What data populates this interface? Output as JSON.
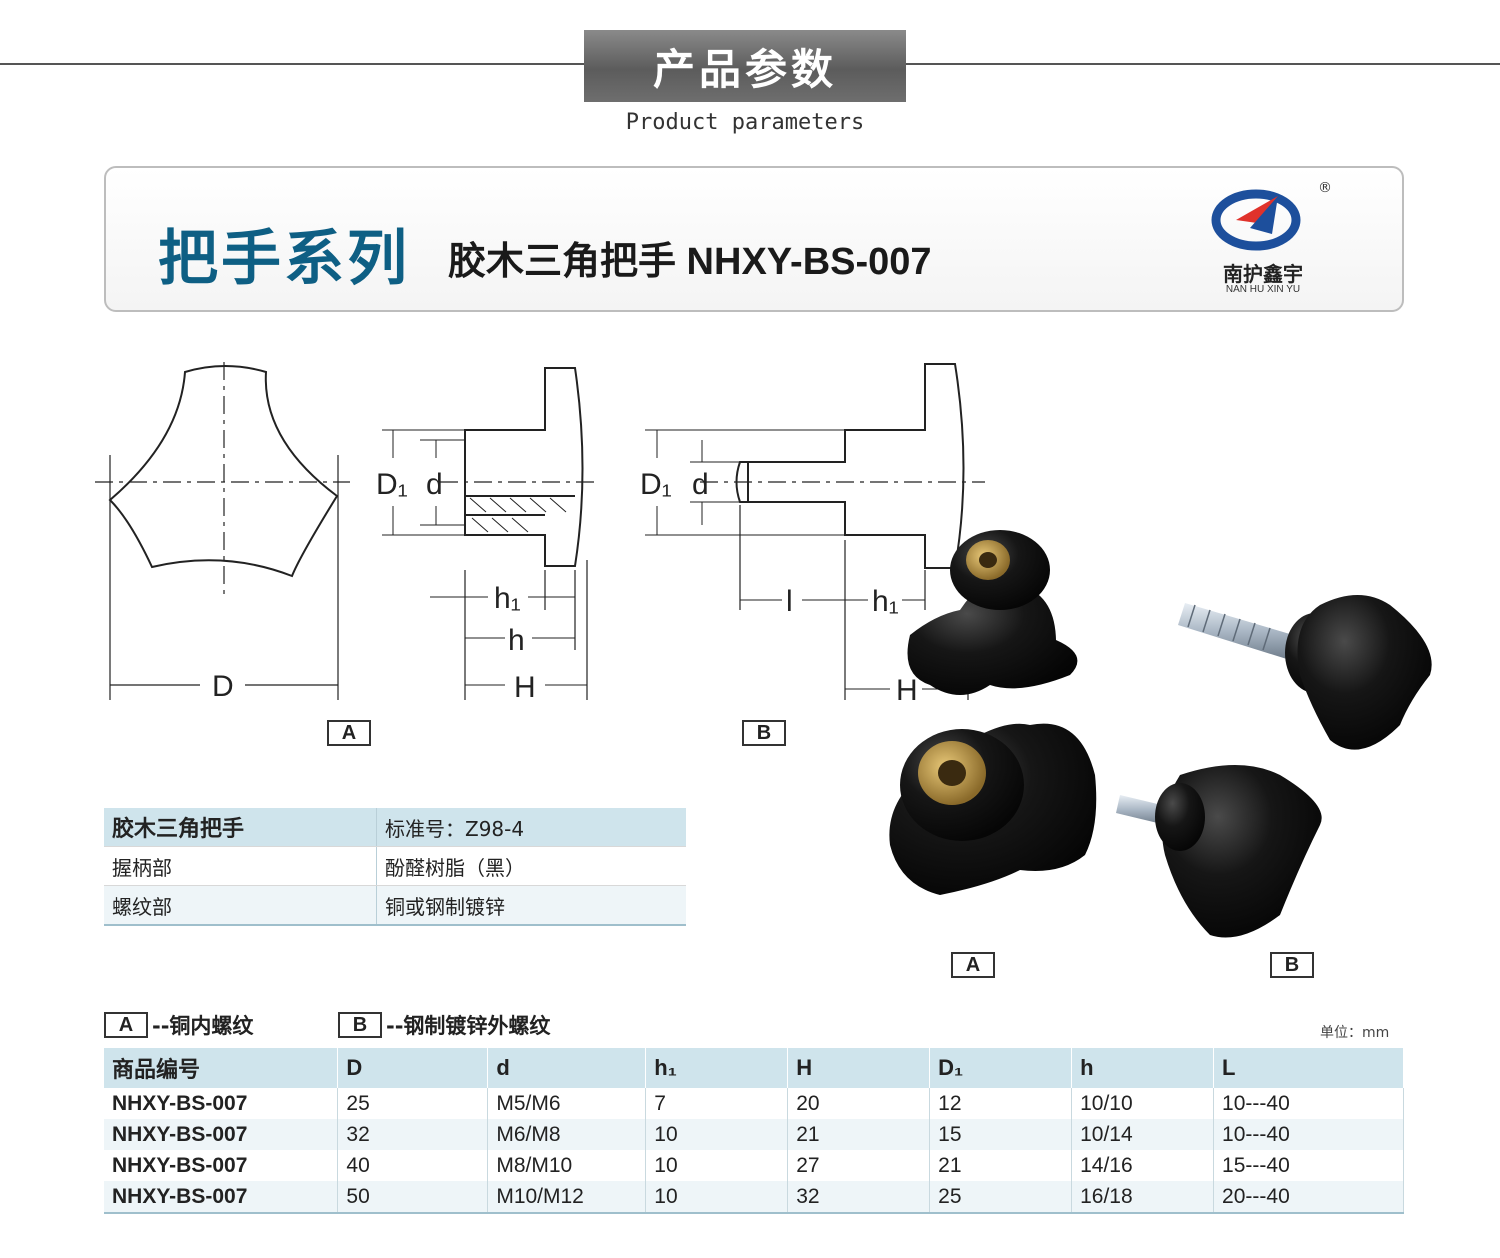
{
  "header": {
    "title": "产品参数",
    "subtitle": "Product parameters"
  },
  "banner": {
    "series": "把手系列",
    "product_title": "胶木三角把手 NHXY-BS-007",
    "logo_name": "南护鑫宇",
    "logo_sub": "NAN HU XIN YU",
    "registered_mark": "®"
  },
  "drawing": {
    "labels": {
      "D": "D",
      "D1": "D₁",
      "d": "d",
      "h1": "h₁",
      "h": "h",
      "H": "H",
      "l": "l"
    },
    "type_a": "A",
    "type_b": "B"
  },
  "photos": {
    "type_a": "A",
    "type_b": "B"
  },
  "material_table": {
    "rows": [
      {
        "name": "胶木三角把手",
        "value": "标准号：Z98-4"
      },
      {
        "name": "握柄部",
        "value": "酚醛树脂（黑）"
      },
      {
        "name": "螺纹部",
        "value": "铜或钢制镀锌"
      }
    ]
  },
  "legend": {
    "a_box": "A",
    "a_text": "--铜内螺纹",
    "b_box": "B",
    "b_text": "--钢制镀锌外螺纹",
    "unit": "单位：mm"
  },
  "spec_table": {
    "headers": [
      "商品编号",
      "D",
      "d",
      "h₁",
      "H",
      "D₁",
      "h",
      "L"
    ],
    "rows": [
      [
        "NHXY-BS-007",
        "25",
        "M5/M6",
        "7",
        "20",
        "12",
        "10/10",
        "10---40"
      ],
      [
        "NHXY-BS-007",
        "32",
        "M6/M8",
        "10",
        "21",
        "15",
        "10/14",
        "10---40"
      ],
      [
        "NHXY-BS-007",
        "40",
        "M8/M10",
        "10",
        "27",
        "21",
        "14/16",
        "15---40"
      ],
      [
        "NHXY-BS-007",
        "50",
        "M10/M12",
        "10",
        "32",
        "25",
        "16/18",
        "20---40"
      ]
    ]
  },
  "colors": {
    "series_blue": "#0e5f84",
    "table_header": "#cfe4ec",
    "knob_black": "#111111",
    "brass": "#c9a34a"
  }
}
